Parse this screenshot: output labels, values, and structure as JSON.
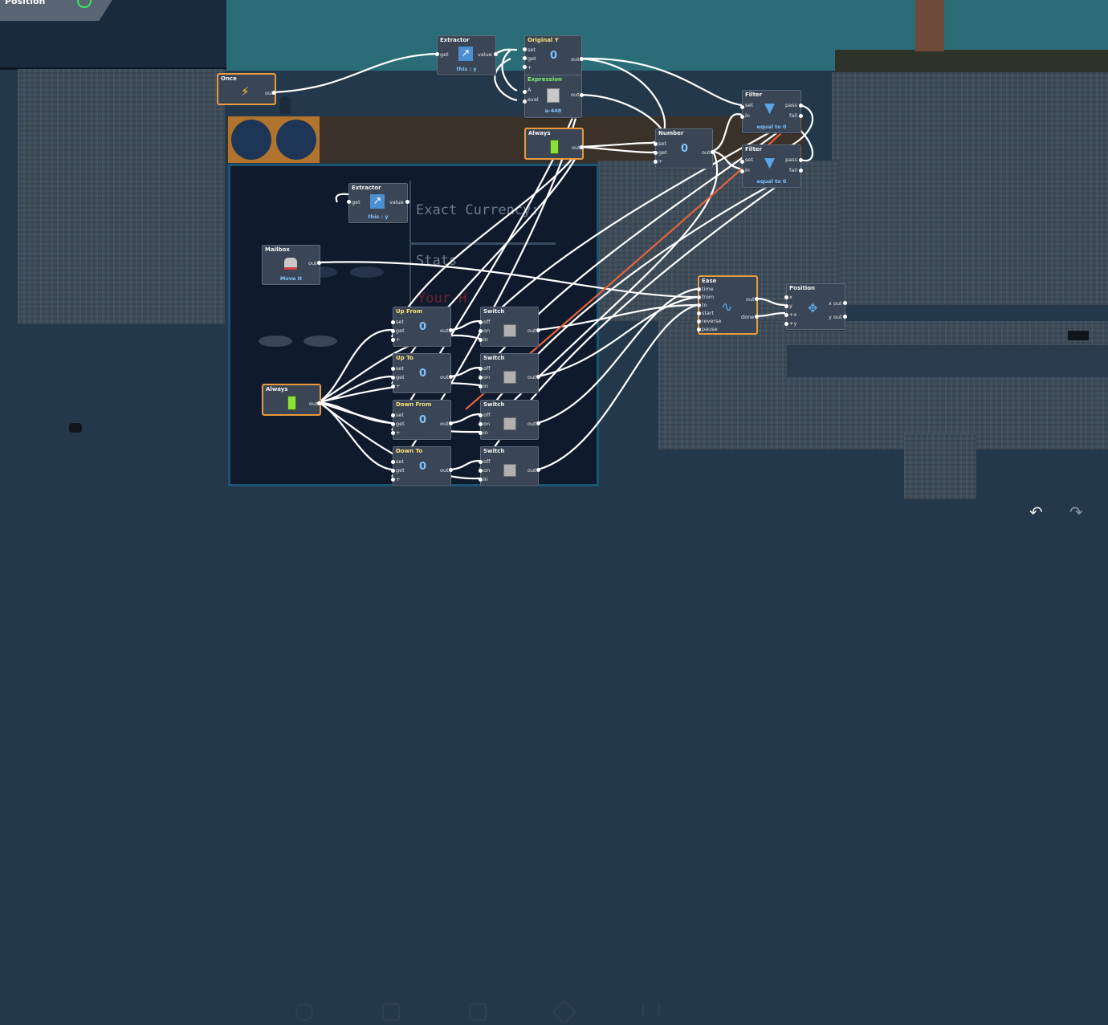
{
  "topleft": {
    "title": "Position"
  },
  "overlay": {
    "exact_currency": "Exact Currency:",
    "stats": "Stats",
    "hp": "Your H"
  },
  "nodes": {
    "once": {
      "title": "Once",
      "out": "out"
    },
    "extractor1": {
      "title": "Extractor",
      "get": "get",
      "value": "value",
      "sub": "this : y"
    },
    "original_y": {
      "title": "Original Y",
      "set": "set",
      "get": "get",
      "plus": "+",
      "value": "0",
      "out": "out"
    },
    "expression": {
      "title": "Expression",
      "a": "A",
      "eval": "eval",
      "out": "out",
      "sub": "a-448"
    },
    "always1": {
      "title": "Always",
      "out": "out"
    },
    "number": {
      "title": "Number",
      "set": "set",
      "get": "get",
      "plus": "+",
      "value": "0",
      "out": "out"
    },
    "filter1": {
      "title": "Filter",
      "set": "set",
      "in": "in",
      "pass": "pass",
      "fail": "fail",
      "sub": "equal to 0"
    },
    "filter2": {
      "title": "Filter",
      "set": "set",
      "in": "in",
      "pass": "pass",
      "fail": "fail",
      "sub": "equal to 0"
    },
    "extractor2": {
      "title": "Extractor",
      "get": "get",
      "value": "value",
      "sub": "this : y"
    },
    "mailbox": {
      "title": "Mailbox",
      "out": "out",
      "sub": "Move It"
    },
    "ease": {
      "title": "Ease",
      "time": "time",
      "from": "from",
      "to": "to",
      "start": "start",
      "reverse": "reverse",
      "pause": "pause",
      "out": "out",
      "done": "done"
    },
    "position": {
      "title": "Position",
      "x": "x",
      "y": "y",
      "px": "+x",
      "py": "+y",
      "xout": "x out",
      "yout": "y out"
    },
    "always2": {
      "title": "Always",
      "out": "out"
    },
    "up_from": {
      "title": "Up From",
      "set": "set",
      "get": "get",
      "plus": "+",
      "value": "0",
      "out": "out"
    },
    "up_to": {
      "title": "Up To",
      "set": "set",
      "get": "get",
      "plus": "+",
      "value": "0",
      "out": "out"
    },
    "down_from": {
      "title": "Down From",
      "set": "set",
      "get": "get",
      "plus": "+",
      "value": "0",
      "out": "out"
    },
    "down_to": {
      "title": "Down To",
      "set": "set",
      "get": "get",
      "plus": "+",
      "value": "0",
      "out": "out"
    },
    "switch1": {
      "title": "Switch",
      "off": "off",
      "on": "on",
      "in": "in",
      "out": "out"
    },
    "switch2": {
      "title": "Switch",
      "off": "off",
      "on": "on",
      "in": "in",
      "out": "out"
    },
    "switch3": {
      "title": "Switch",
      "off": "off",
      "on": "on",
      "in": "in",
      "out": "out"
    },
    "switch4": {
      "title": "Switch",
      "off": "off",
      "on": "on",
      "in": "in",
      "out": "out"
    }
  },
  "colors": {
    "selected": "#e89a3c",
    "wire": "#ffffff",
    "active_wire": "#e8643c",
    "value": "#7fc4ff"
  },
  "icons": [
    "lightning-icon",
    "arrow-up-right-icon",
    "calculator-icon",
    "battery-icon",
    "funnel-icon",
    "mailbox-icon",
    "sine-wave-icon",
    "move-arrows-icon",
    "switch-icon",
    "undo-icon",
    "redo-icon",
    "play-icon",
    "cube-icon",
    "image-icon",
    "layers-icon",
    "sliders-icon"
  ]
}
